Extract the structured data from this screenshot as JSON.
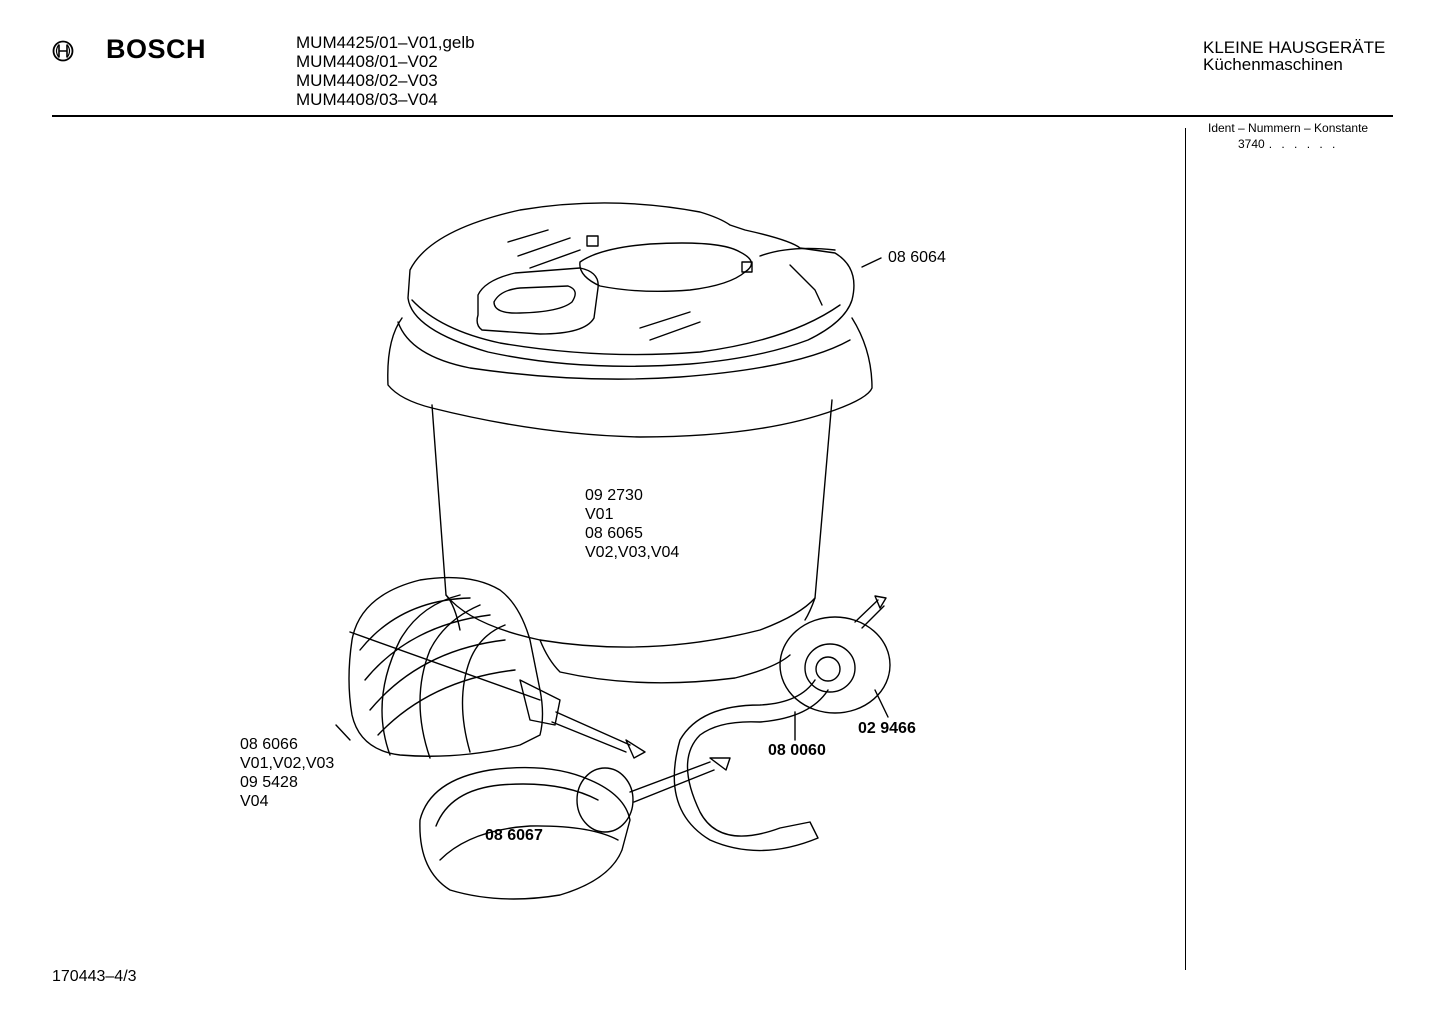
{
  "header": {
    "brand": "BOSCH",
    "logo_icon": "bosch-armature-icon",
    "models": [
      "MUM4425/01–V01,gelb",
      "MUM4408/01–V02",
      "MUM4408/02–V03",
      "MUM4408/03–V04"
    ],
    "category": "KLEINE HAUSGERÄTE",
    "subcategory": "Küchenmaschinen"
  },
  "ident": {
    "title": "Ident – Nummern – Konstante",
    "value": "3740",
    "dots": ". . . . . ."
  },
  "parts": {
    "lid": {
      "lines": [
        "08 6064"
      ]
    },
    "bowl": {
      "lines": [
        "09 2730",
        "V01",
        "08 6065",
        "V02,V03,V04"
      ]
    },
    "whisk": {
      "lines": [
        "08 6066",
        "V01,V02,V03",
        "09 5428",
        "V04"
      ]
    },
    "kneading_hook": {
      "lines": [
        "08 6067"
      ]
    },
    "drive_shaft": {
      "lines": [
        "08 0060"
      ]
    },
    "disc": {
      "lines": [
        "02 9466"
      ]
    }
  },
  "footer": {
    "drawing_number": "170443–4/3"
  }
}
